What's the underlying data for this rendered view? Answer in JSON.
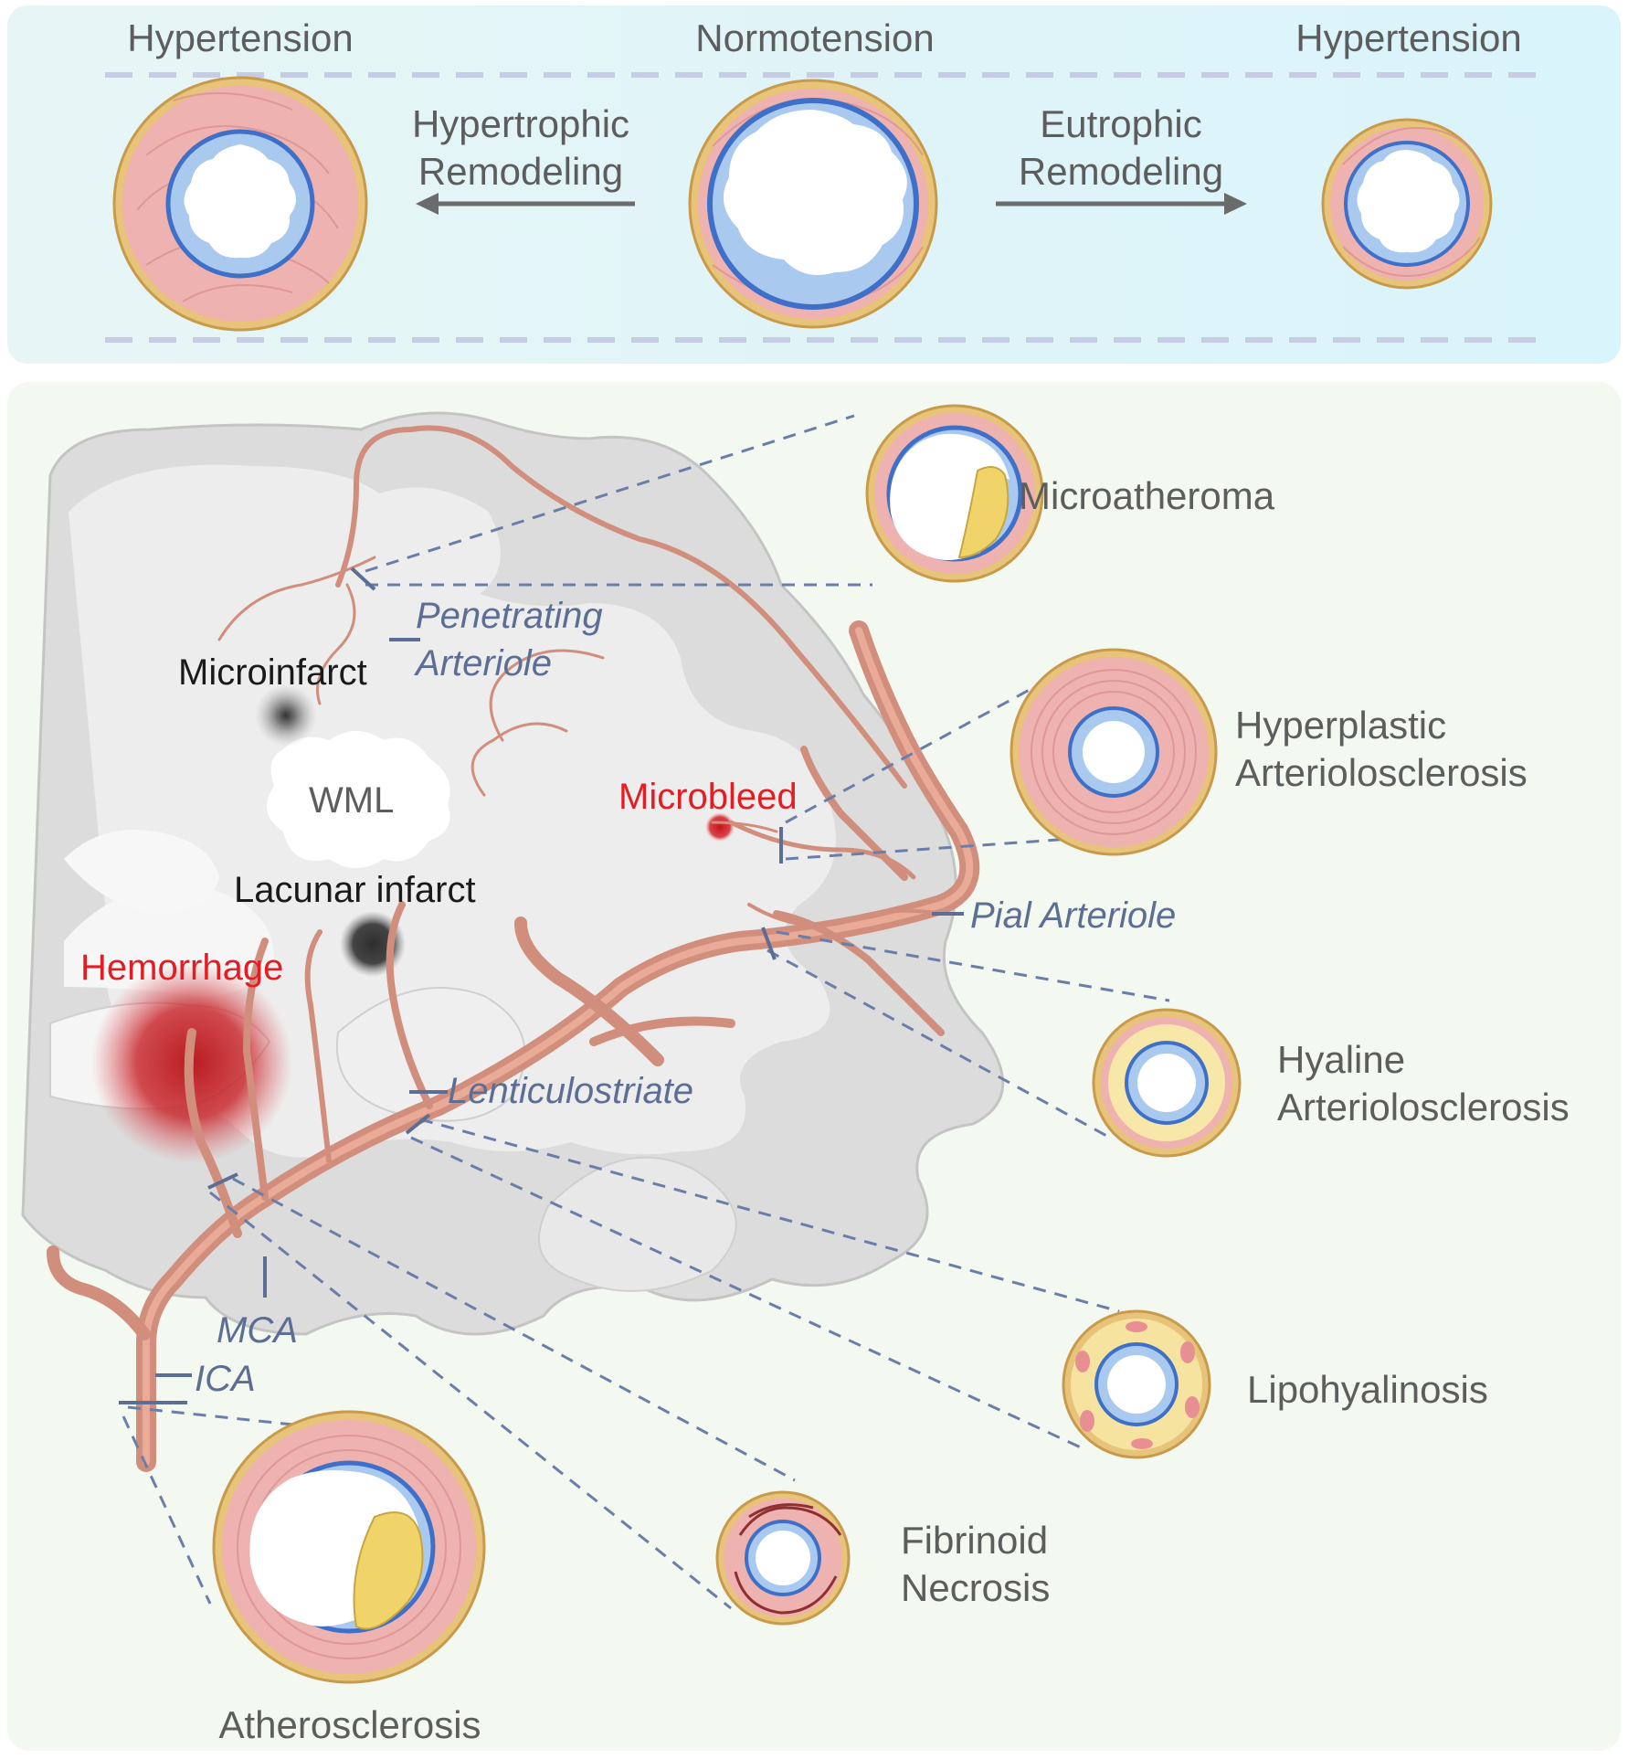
{
  "top_panel": {
    "left_label": "Hypertension",
    "center_label": "Normotension",
    "right_label": "Hypertension",
    "left_arrow_label_1": "Hypertrophic",
    "left_arrow_label_2": "Remodeling",
    "right_arrow_label_1": "Eutrophic",
    "right_arrow_label_2": "Remodeling"
  },
  "brain": {
    "microinfarct": "Microinfarct",
    "wml": "WML",
    "lacunar_infarct": "Lacunar infarct",
    "hemorrhage": "Hemorrhage",
    "microbleed": "Microbleed",
    "penetrating_1": "Penetrating",
    "penetrating_2": "Arteriole",
    "pial": "Pial Arteriole",
    "lenticulostriate": "Lenticulostriate",
    "mca": "MCA",
    "ica": "ICA"
  },
  "pathologies": {
    "microatheroma": "Microatheroma",
    "hyperplastic_1": "Hyperplastic",
    "hyperplastic_2": "Arteriolosclerosis",
    "hyaline_1": "Hyaline",
    "hyaline_2": "Arteriolosclerosis",
    "lipohyalinosis": "Lipohyalinosis",
    "fibrinoid_1": "Fibrinoid",
    "fibrinoid_2": "Necrosis",
    "atherosclerosis": "Atherosclerosis"
  },
  "colors": {
    "top_panel_bg": "#e6f6f9",
    "bottom_panel_bg": "#f3f8f0",
    "brain_fill": "#e3e3e3",
    "brain_inner": "#f1f1f1",
    "artery": "#d18e7c",
    "media": "#edaeae",
    "adventitia": "#e9c781",
    "intima": "#a9c9ee",
    "lumen_line": "#3f70c9",
    "plaque": "#f0d46a",
    "hemorrhage": "#c9262b",
    "label_blue": "#5d6e95",
    "label_red": "#e31d24"
  }
}
